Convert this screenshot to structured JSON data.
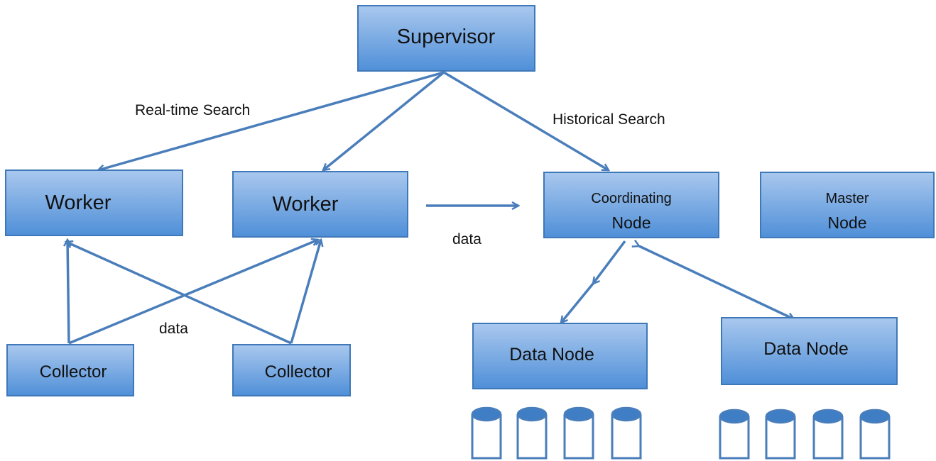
{
  "colors": {
    "box_gradient_top": "#a9c8ee",
    "box_gradient_bottom": "#4f8fd8",
    "box_border": "#3f78b8",
    "edge": "#4a7ebb",
    "database_top": "#3f7ec4"
  },
  "nodes": {
    "supervisor": "Supervisor",
    "worker_left": "Worker",
    "worker_right": "Worker",
    "collector_left": "Collector",
    "collector_right": "Collector",
    "coordinating_node_line1": "Coordinating",
    "coordinating_node_line2": "Node",
    "master_node_line1": "Master",
    "master_node_line2": "Node",
    "data_node_left": "Data Node",
    "data_node_right": "Data Node"
  },
  "edge_labels": {
    "realtime_search": "Real-time Search",
    "historical_search": "Historical Search",
    "data_worker_to_coordinating": "data",
    "data_collectors_to_workers": "data"
  },
  "database_icons": {
    "under_left_data_node": 4,
    "under_right_data_node": 4
  }
}
